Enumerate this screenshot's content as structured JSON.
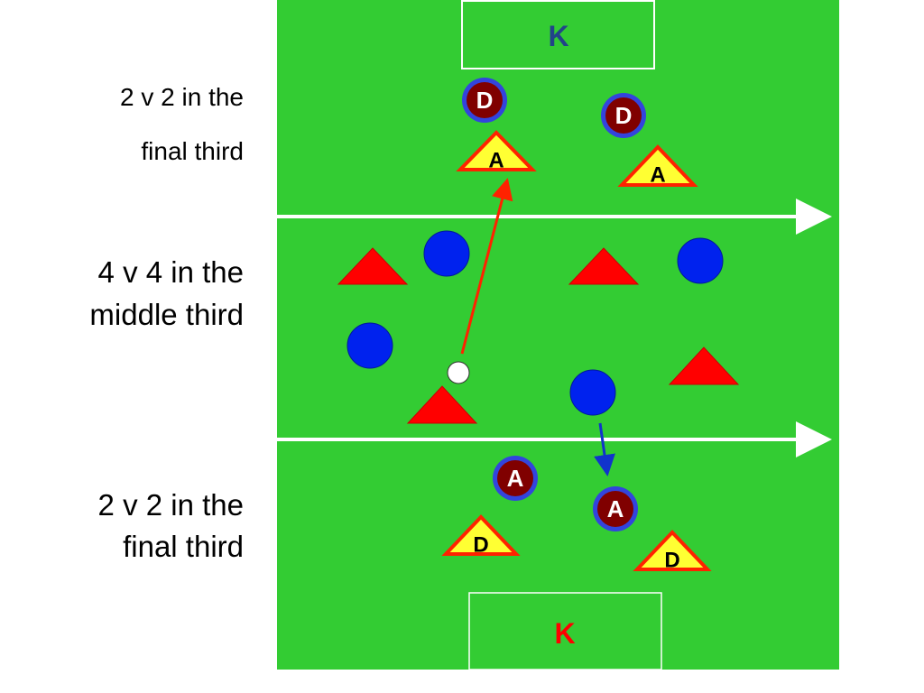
{
  "labels": {
    "top": [
      "2 v 2 in the",
      "final third"
    ],
    "middle": [
      "4 v 4 in the",
      "middle third"
    ],
    "bottom": [
      "2 v 2 in the",
      "final third"
    ]
  },
  "goals": {
    "top_keeper": "K",
    "bottom_keeper": "K"
  },
  "pieces": {
    "defender": "D",
    "attacker": "A"
  },
  "colors": {
    "pitch": "#33cc33",
    "line": "#ffffff",
    "red_team": "#ff0000",
    "blue_team": "#0022ee",
    "maroon": "#800000",
    "yellow": "#ffff33",
    "top_keeper": "#224488",
    "bottom_keeper": "#ff0000",
    "pass_red": "#ff2200",
    "pass_blue": "#1133cc"
  }
}
